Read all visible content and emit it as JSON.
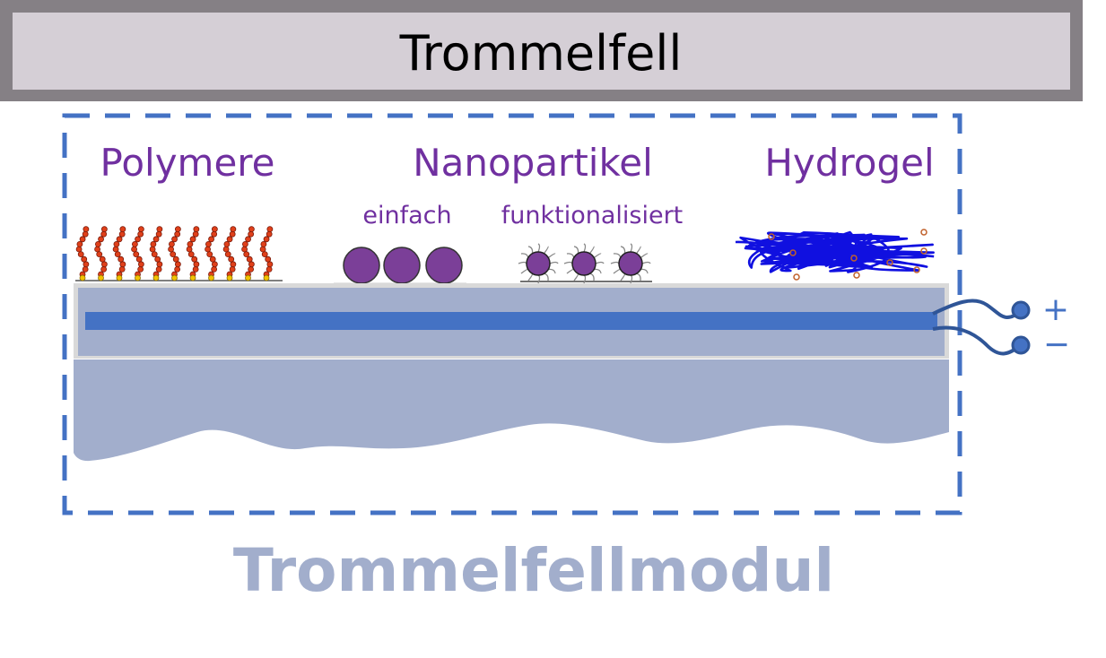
{
  "header": {
    "title": "Trommelfell"
  },
  "categories": {
    "polymers": "Polymere",
    "nanoparticles": "Nanopartikel",
    "nanoparticles_simple": "einfach",
    "nanoparticles_functionalized": "funktionalisiert",
    "hydrogel": "Hydrogel"
  },
  "terminals": {
    "plus": "+",
    "minus": "−"
  },
  "module_label": "Trommelfellmodul",
  "colors": {
    "accent_blue": "#4472c4",
    "label_purple": "#7030a0",
    "layer": "#a2aecc",
    "particle": "#7b3f98",
    "header_frame": "#858085",
    "header_fill": "#d5cfd6"
  }
}
